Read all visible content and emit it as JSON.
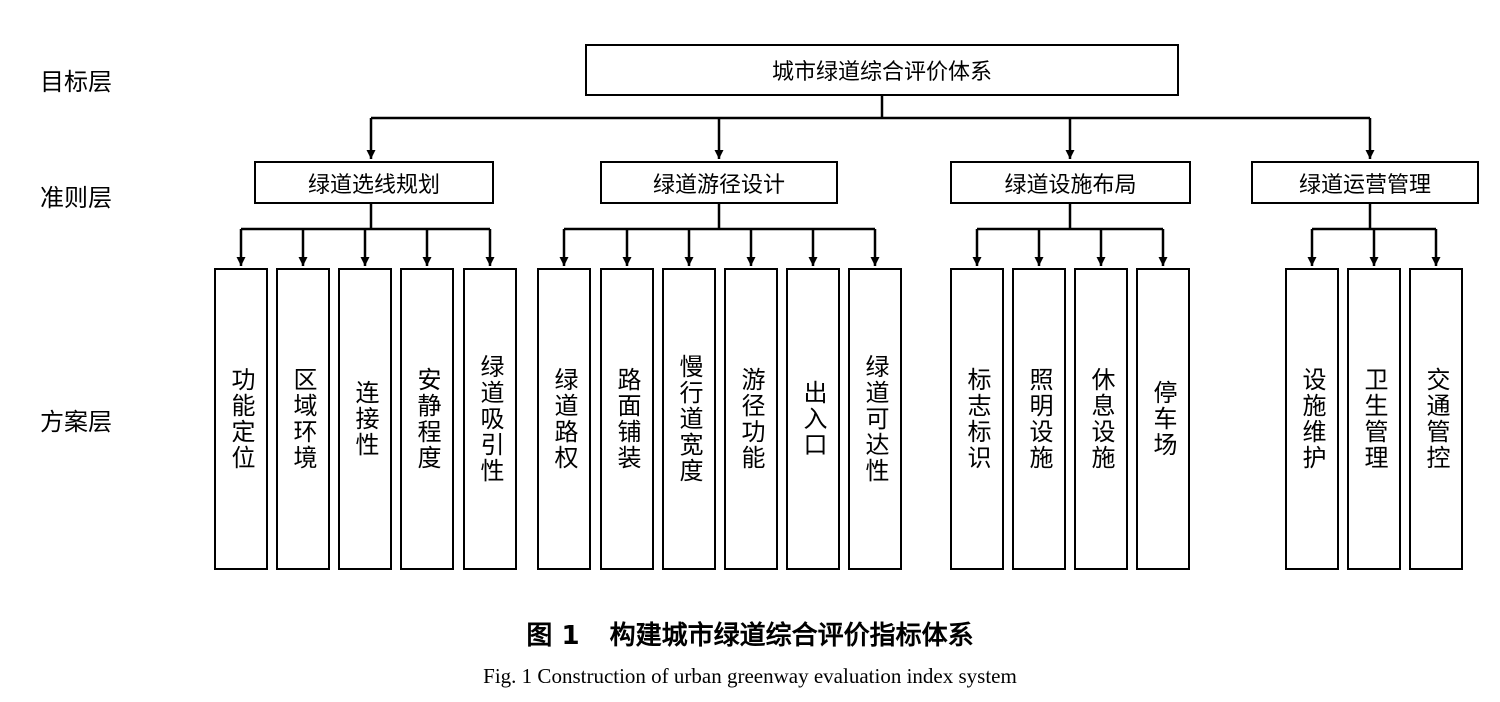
{
  "levels": [
    {
      "label": "目标层"
    },
    {
      "label": "准则层"
    },
    {
      "label": "方案层"
    }
  ],
  "goal": {
    "label": "城市绿道综合评价体系"
  },
  "criteria": [
    {
      "label": "绿道选线规划",
      "indicators": [
        {
          "label": "功能定位"
        },
        {
          "label": "区域环境"
        },
        {
          "label": "连接性"
        },
        {
          "label": "安静程度"
        },
        {
          "label": "绿道吸引性"
        }
      ]
    },
    {
      "label": "绿道游径设计",
      "indicators": [
        {
          "label": "绿道路权"
        },
        {
          "label": "路面铺装"
        },
        {
          "label": "慢行道宽度"
        },
        {
          "label": "游径功能"
        },
        {
          "label": "出入口"
        },
        {
          "label": "绿道可达性"
        }
      ]
    },
    {
      "label": "绿道设施布局",
      "indicators": [
        {
          "label": "标志标识"
        },
        {
          "label": "照明设施"
        },
        {
          "label": "休息设施"
        },
        {
          "label": "停车场"
        }
      ]
    },
    {
      "label": "绿道运营管理",
      "indicators": [
        {
          "label": "设施维护"
        },
        {
          "label": "卫生管理"
        },
        {
          "label": "交通管控"
        }
      ]
    }
  ],
  "caption": {
    "figure_number": "图 1",
    "title_cn": "构建城市绿道综合评价指标体系",
    "title_en": "Fig. 1 Construction of urban greenway evaluation index system"
  }
}
